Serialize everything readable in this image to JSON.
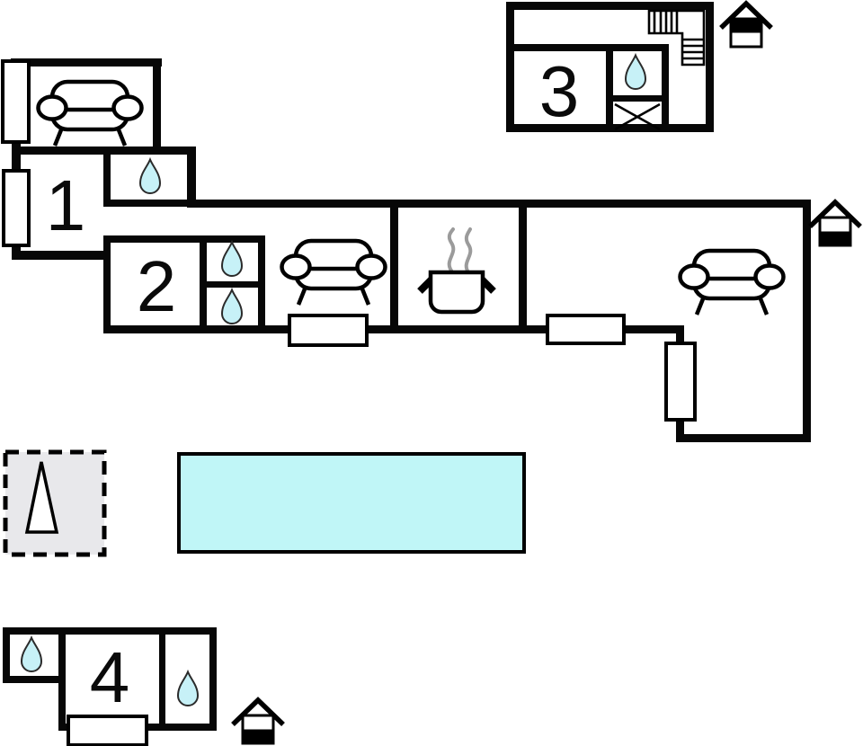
{
  "page": {
    "title": "Holiday home floor plan",
    "background": "#ffffff"
  },
  "colors": {
    "wall": "#070707",
    "water_fill": "#c7f1f7",
    "water_stroke": "#2b2b2b",
    "pool_fill": "#c0f6f7",
    "pool_stroke": "#000000",
    "tent_fill": "#e8e8eb",
    "tent_stroke": "#000000",
    "steam": "#9b9b9b",
    "furniture_stroke": "#000000",
    "window_fill": "#ffffff"
  },
  "rooms": {
    "room1": {
      "label": "1"
    },
    "room2": {
      "label": "2"
    },
    "room3": {
      "label": "3"
    },
    "room4": {
      "label": "4"
    }
  },
  "icons": {
    "sofa": "sofa-icon",
    "water_drop": "water-drop-icon",
    "stove": "stove-pot-icon",
    "stairs": "stairs-icon",
    "shower": "shower-icon",
    "window": "window-marker",
    "house_upper_floor": "house-upper-floor-icon",
    "house_ground_floor": "house-ground-floor-icon",
    "tent": "tent-pitch-icon",
    "pool": "swimming-pool"
  }
}
